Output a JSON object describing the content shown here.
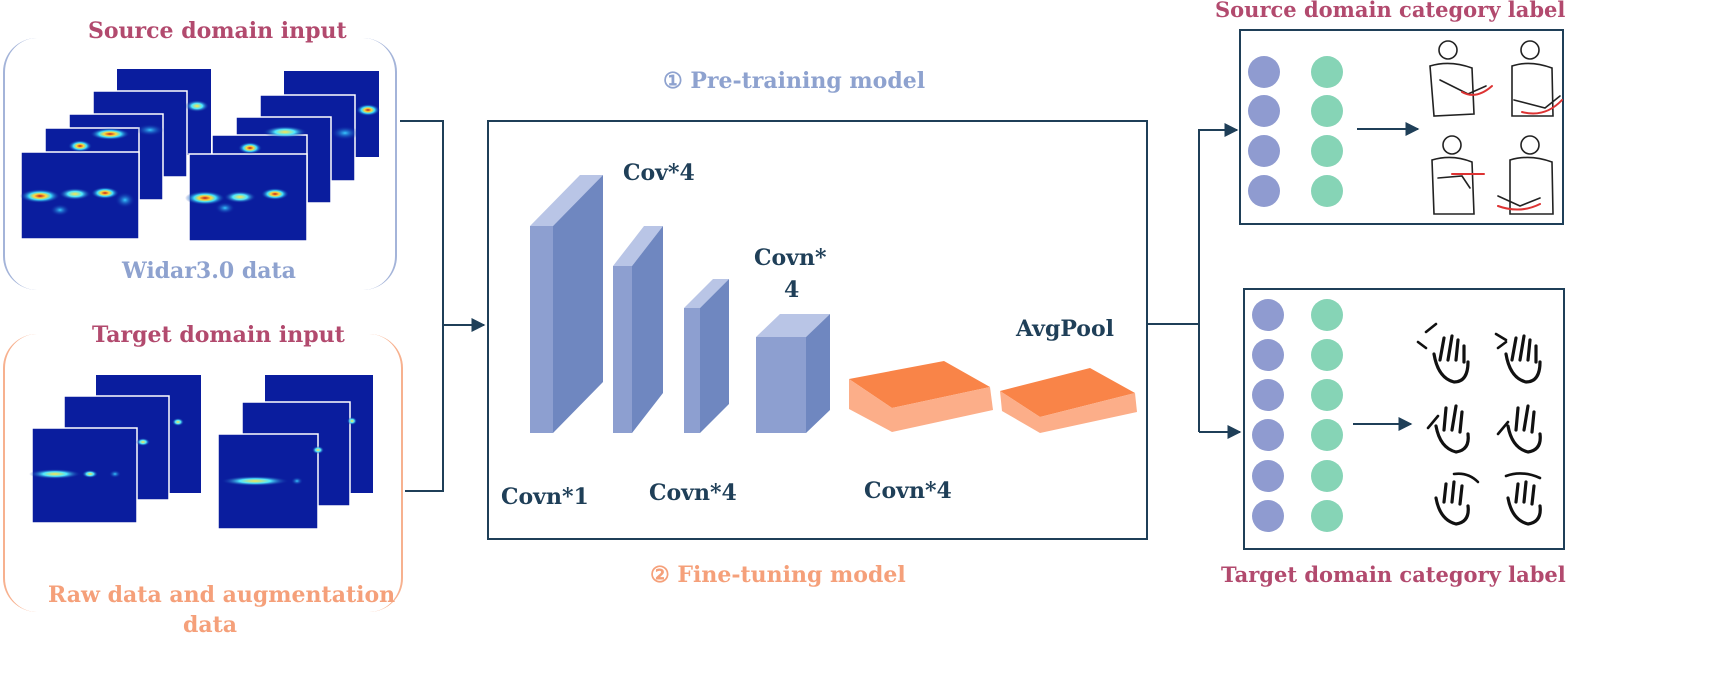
{
  "left": {
    "source_title": "Source domain input",
    "source_caption": "Widar3.0 data",
    "target_title": "Target domain input",
    "target_caption_line1": "Raw data and augmentation",
    "target_caption_line2": "data"
  },
  "center": {
    "pretrain_label": "① Pre-training model",
    "finetune_label": "② Fine-tuning model",
    "layers": {
      "cov4_top": "Cov*4",
      "covn4_mid_line1": "Covn*",
      "covn4_mid_line2": "4",
      "avgpool": "AvgPool",
      "covn1": "Covn*1",
      "covn4_a": "Covn*4",
      "covn4_b": "Covn*4"
    }
  },
  "right": {
    "source_label": "Source domain category label",
    "target_label": "Target domain category label"
  },
  "colors": {
    "rose": "#b24a6e",
    "lavender": "#8ea2cf",
    "peach": "#f5a07a",
    "navy": "#1f3f58",
    "block_front": "#8d9fd0",
    "block_side": "#6f87c0",
    "block_top": "#b9c5e6",
    "orange_top": "#f98448",
    "orange_front": "#fcae89",
    "node_blue": "#8f9bd0",
    "node_green": "#86d4b6",
    "heatmap_bg": "#0a1d9e"
  },
  "icons": {
    "source_gestures": "arm-gesture-icon",
    "target_gestures": "hand-gesture-icon"
  }
}
